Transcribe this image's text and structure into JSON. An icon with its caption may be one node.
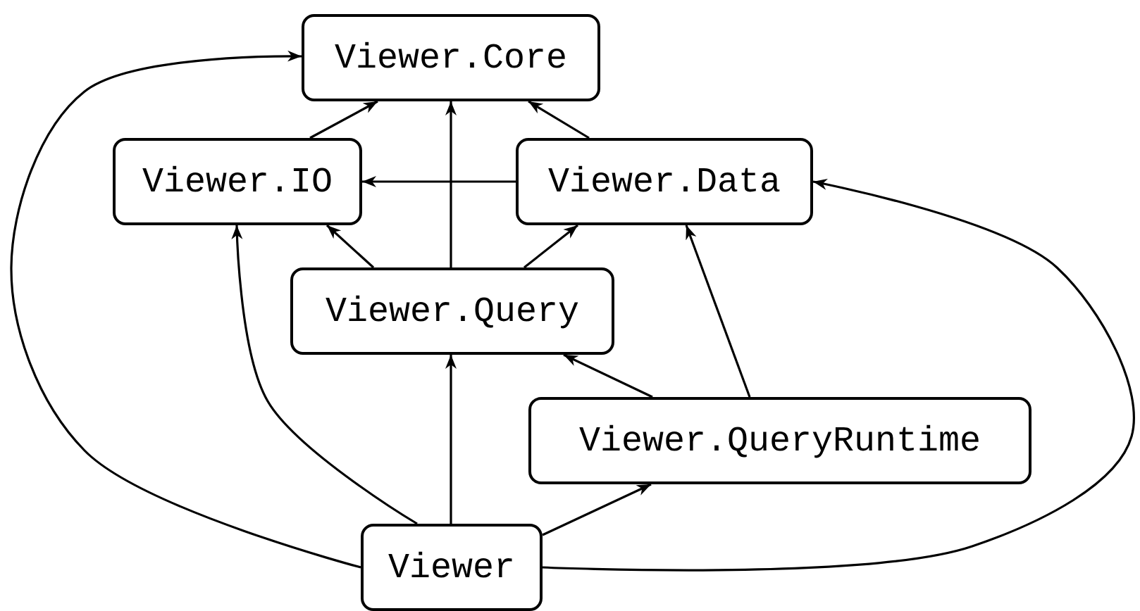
{
  "diagram": {
    "nodes": [
      {
        "text": [
          "Viewer.Core"
        ]
      },
      {
        "text": [
          "Viewer.IO"
        ]
      },
      {
        "text": [
          "Viewer.Data"
        ]
      },
      {
        "text": [
          "Viewer.Query"
        ]
      },
      {
        "text": [
          "Viewer.QueryRuntime"
        ]
      },
      {
        "text": [
          "Viewer"
        ]
      }
    ],
    "edges": [
      {
        "from": 1,
        "to": 0,
        "arrow": "to"
      },
      {
        "from": 3,
        "to": 0,
        "arrow": "to"
      },
      {
        "from": 2,
        "to": 0,
        "arrow": "to"
      },
      {
        "from": 2,
        "to": 1,
        "arrow": "to"
      },
      {
        "from": 3,
        "to": 1,
        "arrow": "to"
      },
      {
        "from": 3,
        "to": 2,
        "arrow": "to"
      },
      {
        "from": 4,
        "to": 3,
        "arrow": "to"
      },
      {
        "from": 4,
        "to": 2,
        "arrow": "to"
      },
      {
        "from": 5,
        "to": 0,
        "arrow": "to"
      },
      {
        "from": 5,
        "to": 1,
        "arrow": "to"
      },
      {
        "from": 5,
        "to": 3,
        "arrow": "to"
      },
      {
        "from": 5,
        "to": 4,
        "arrow": "to"
      },
      {
        "from": 5,
        "to": 2,
        "arrow": "to"
      }
    ]
  }
}
